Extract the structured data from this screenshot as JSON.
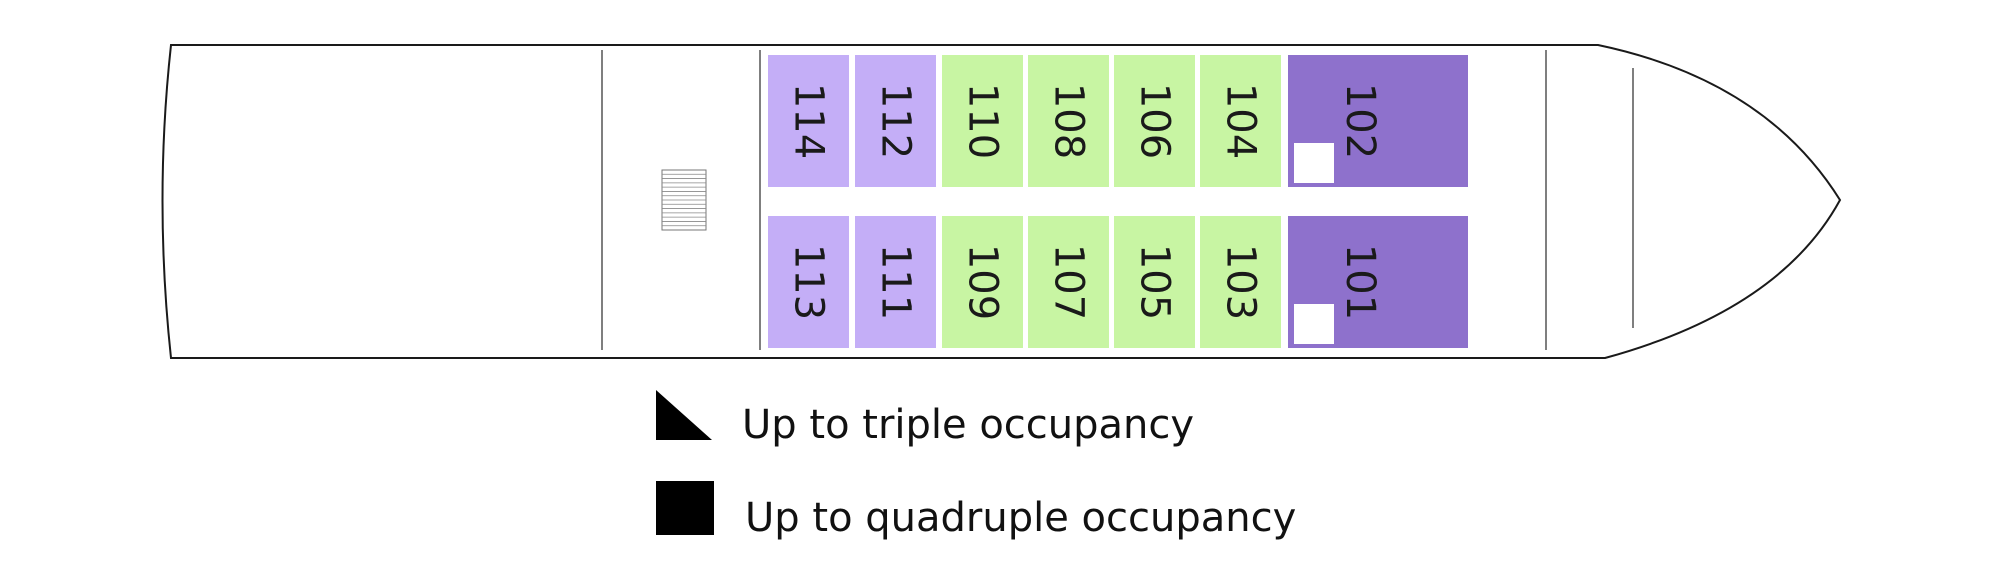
{
  "colors": {
    "hull_stroke": "#1a1a1a",
    "divider": "#555555",
    "cabin_green": "#c8f5a3",
    "cabin_lavender": "#c4aef7",
    "cabin_purple": "#8e71cc",
    "marker_white": "#ffffff",
    "legend_black": "#000000"
  },
  "cabins": [
    {
      "number": "114",
      "category": "lavender",
      "row": "top",
      "quad": false
    },
    {
      "number": "112",
      "category": "lavender",
      "row": "top",
      "quad": false
    },
    {
      "number": "110",
      "category": "green",
      "row": "top",
      "quad": false
    },
    {
      "number": "108",
      "category": "green",
      "row": "top",
      "quad": false
    },
    {
      "number": "106",
      "category": "green",
      "row": "top",
      "quad": false
    },
    {
      "number": "104",
      "category": "green",
      "row": "top",
      "quad": false
    },
    {
      "number": "102",
      "category": "purple",
      "row": "top",
      "quad": true
    },
    {
      "number": "113",
      "category": "lavender",
      "row": "bottom",
      "quad": false
    },
    {
      "number": "111",
      "category": "lavender",
      "row": "bottom",
      "quad": false
    },
    {
      "number": "109",
      "category": "green",
      "row": "bottom",
      "quad": false
    },
    {
      "number": "107",
      "category": "green",
      "row": "bottom",
      "quad": false
    },
    {
      "number": "105",
      "category": "green",
      "row": "bottom",
      "quad": false
    },
    {
      "number": "103",
      "category": "green",
      "row": "bottom",
      "quad": false
    },
    {
      "number": "101",
      "category": "purple",
      "row": "bottom",
      "quad": true
    }
  ],
  "legend": {
    "triple_label": "Up to triple occupancy",
    "quad_label": "Up to quadruple occupancy",
    "triple_icon": "triangle-icon",
    "quad_icon": "square-icon"
  }
}
